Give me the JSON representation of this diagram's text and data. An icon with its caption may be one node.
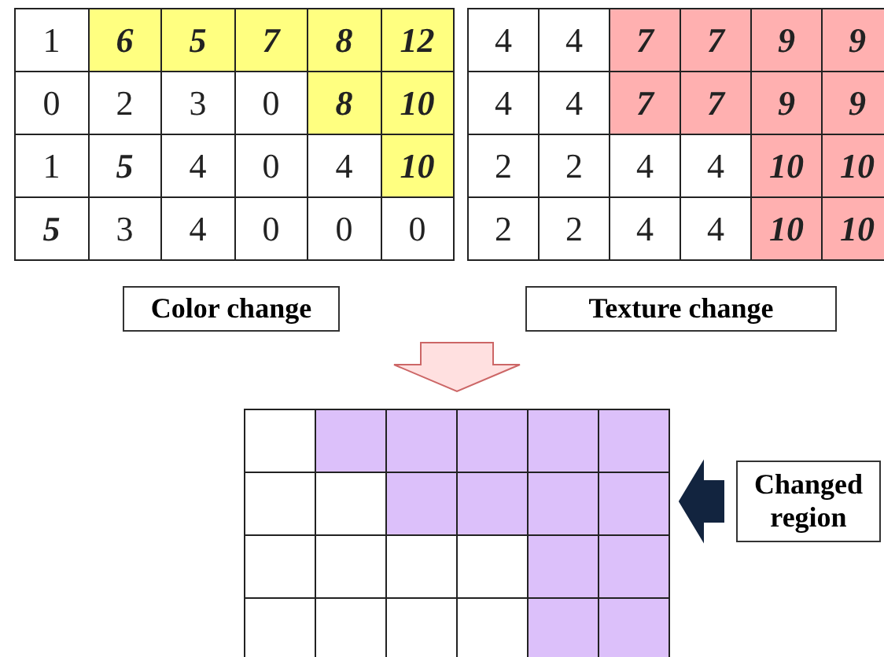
{
  "diagram": {
    "nodes": [
      {
        "text": [
          "Color change"
        ]
      },
      {
        "text": [
          "Texture change"
        ]
      },
      {
        "text": [],
        "shape": "box"
      },
      {
        "text": [
          "Changed region"
        ]
      }
    ],
    "edges": [
      {
        "from": null,
        "to": 2,
        "arrow": "to"
      },
      {
        "from": 3,
        "to": 2,
        "arrow": "to"
      }
    ],
    "labels": [
      "1",
      "6",
      "5",
      "7",
      "8",
      "12",
      "0",
      "2",
      "3",
      "0",
      "8",
      "10",
      "1",
      "5",
      "4",
      "0",
      "4",
      "10",
      "5",
      "3",
      "4",
      "0",
      "0",
      "0",
      "4",
      "4",
      "7",
      "7",
      "9",
      "9",
      "4",
      "4",
      "7",
      "7",
      "9",
      "9",
      "2",
      "2",
      "4",
      "4",
      "10",
      "10",
      "2",
      "2",
      "4",
      "4",
      "10",
      "10"
    ]
  }
}
